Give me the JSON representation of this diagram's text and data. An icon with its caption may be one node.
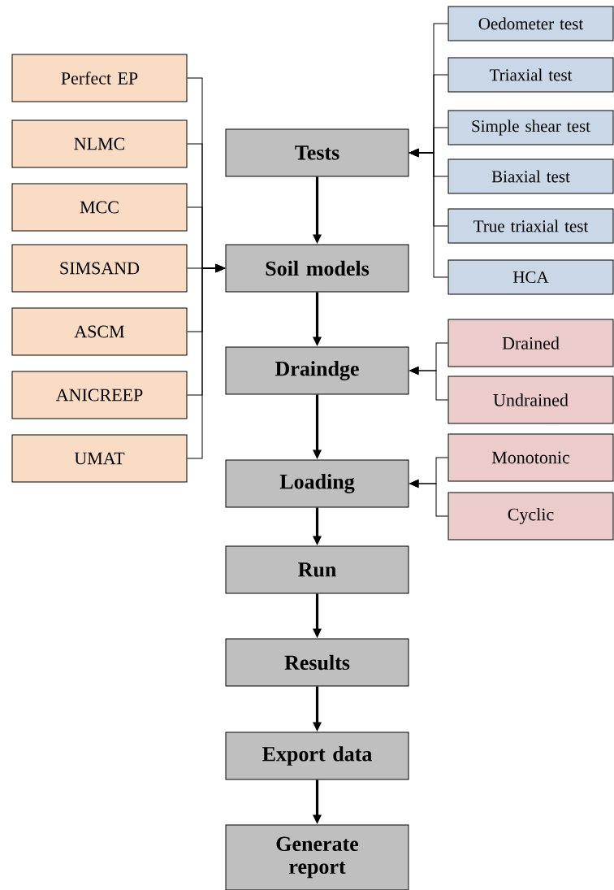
{
  "diagram": {
    "nodes": [
      {
        "text": [
          "Tests"
        ]
      },
      {
        "text": [
          "Soil models"
        ]
      },
      {
        "text": [
          "Draindge"
        ]
      },
      {
        "text": [
          "Loading"
        ]
      },
      {
        "text": [
          "Run"
        ]
      },
      {
        "text": [
          "Results"
        ]
      },
      {
        "text": [
          "Export data"
        ]
      },
      {
        "text": [
          "Generate report"
        ]
      },
      {
        "text": [
          "Perfect EP"
        ]
      },
      {
        "text": [
          "NLMC"
        ]
      },
      {
        "text": [
          "MCC"
        ]
      },
      {
        "text": [
          "SIMSAND"
        ]
      },
      {
        "text": [
          "ASCM"
        ]
      },
      {
        "text": [
          "ANICREEP"
        ]
      },
      {
        "text": [
          "UMAT"
        ]
      },
      {
        "text": [
          "Oedometer test"
        ]
      },
      {
        "text": [
          "Triaxial test"
        ]
      },
      {
        "text": [
          "Simple shear test"
        ]
      },
      {
        "text": [
          "Biaxial test"
        ]
      },
      {
        "text": [
          "True triaxial test"
        ]
      },
      {
        "text": [
          "HCA"
        ]
      },
      {
        "text": [
          "Drained"
        ]
      },
      {
        "text": [
          "Undrained"
        ]
      },
      {
        "text": [
          "Monotonic"
        ]
      },
      {
        "text": [
          "Cyclic"
        ]
      }
    ],
    "edges": [
      {
        "from": 0,
        "to": 1,
        "arrow": "to",
        "style": "thick"
      },
      {
        "from": 1,
        "to": 2,
        "arrow": "to",
        "style": "thick"
      },
      {
        "from": 2,
        "to": 3,
        "arrow": "to",
        "style": "thick"
      },
      {
        "from": 3,
        "to": 4,
        "arrow": "to",
        "style": "thick"
      },
      {
        "from": 4,
        "to": 5,
        "arrow": "to",
        "style": "thick"
      },
      {
        "from": 5,
        "to": 6,
        "arrow": "to",
        "style": "thick"
      },
      {
        "from": 6,
        "to": 7,
        "arrow": "to",
        "style": "thick"
      },
      {
        "from": 8,
        "to": 1,
        "arrow": "to"
      },
      {
        "from": 9,
        "to": 1,
        "arrow": "to"
      },
      {
        "from": 10,
        "to": 1,
        "arrow": "to"
      },
      {
        "from": 11,
        "to": 1,
        "arrow": "to"
      },
      {
        "from": 12,
        "to": 1,
        "arrow": "to"
      },
      {
        "from": 13,
        "to": 1,
        "arrow": "to"
      },
      {
        "from": 14,
        "to": 1,
        "arrow": "to"
      },
      {
        "from": 15,
        "to": 0,
        "arrow": "to"
      },
      {
        "from": 16,
        "to": 0,
        "arrow": "to"
      },
      {
        "from": 17,
        "to": 0,
        "arrow": "to"
      },
      {
        "from": 18,
        "to": 0,
        "arrow": "to"
      },
      {
        "from": 19,
        "to": 0,
        "arrow": "to"
      },
      {
        "from": 20,
        "to": 0,
        "arrow": "to"
      },
      {
        "from": 21,
        "to": 2,
        "arrow": "to"
      },
      {
        "from": 22,
        "to": 2,
        "arrow": "to"
      },
      {
        "from": 23,
        "to": 3,
        "arrow": "to"
      },
      {
        "from": 24,
        "to": 3,
        "arrow": "to"
      }
    ]
  }
}
